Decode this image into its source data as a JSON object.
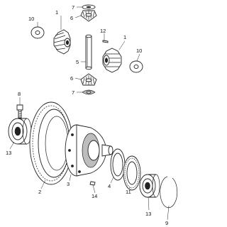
{
  "callouts": {
    "c1a": "1",
    "c1b": "1",
    "c2": "2",
    "c3": "3",
    "c4": "4",
    "c5": "5",
    "c6a": "6",
    "c6b": "6",
    "c7a": "7",
    "c7b": "7",
    "c8": "8",
    "c9": "9",
    "c10a": "10",
    "c10b": "10",
    "c11": "11",
    "c12": "12",
    "c13a": "13",
    "c13b": "13",
    "c14": "14"
  }
}
